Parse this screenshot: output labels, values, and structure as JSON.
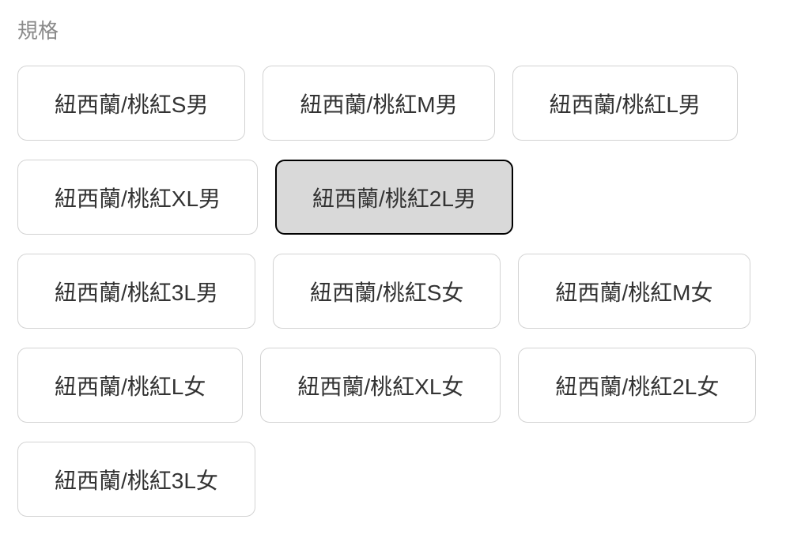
{
  "spec_section": {
    "label": "規格",
    "options": [
      {
        "label": "紐西蘭/桃紅S男",
        "selected": false
      },
      {
        "label": "紐西蘭/桃紅M男",
        "selected": false
      },
      {
        "label": "紐西蘭/桃紅L男",
        "selected": false
      },
      {
        "label": "紐西蘭/桃紅XL男",
        "selected": false
      },
      {
        "label": "紐西蘭/桃紅2L男",
        "selected": true
      },
      {
        "label": "紐西蘭/桃紅3L男",
        "selected": false
      },
      {
        "label": "紐西蘭/桃紅S女",
        "selected": false
      },
      {
        "label": "紐西蘭/桃紅M女",
        "selected": false
      },
      {
        "label": "紐西蘭/桃紅L女",
        "selected": false
      },
      {
        "label": "紐西蘭/桃紅XL女",
        "selected": false
      },
      {
        "label": "紐西蘭/桃紅2L女",
        "selected": false
      },
      {
        "label": "紐西蘭/桃紅3L女",
        "selected": false
      }
    ]
  },
  "colors": {
    "page_bg": "#ffffff",
    "label_text": "#8a8a8a",
    "option_border": "#d3d3d3",
    "option_bg": "#ffffff",
    "option_text": "#333333",
    "selected_bg": "#d9d9d9",
    "selected_border": "#000000"
  }
}
